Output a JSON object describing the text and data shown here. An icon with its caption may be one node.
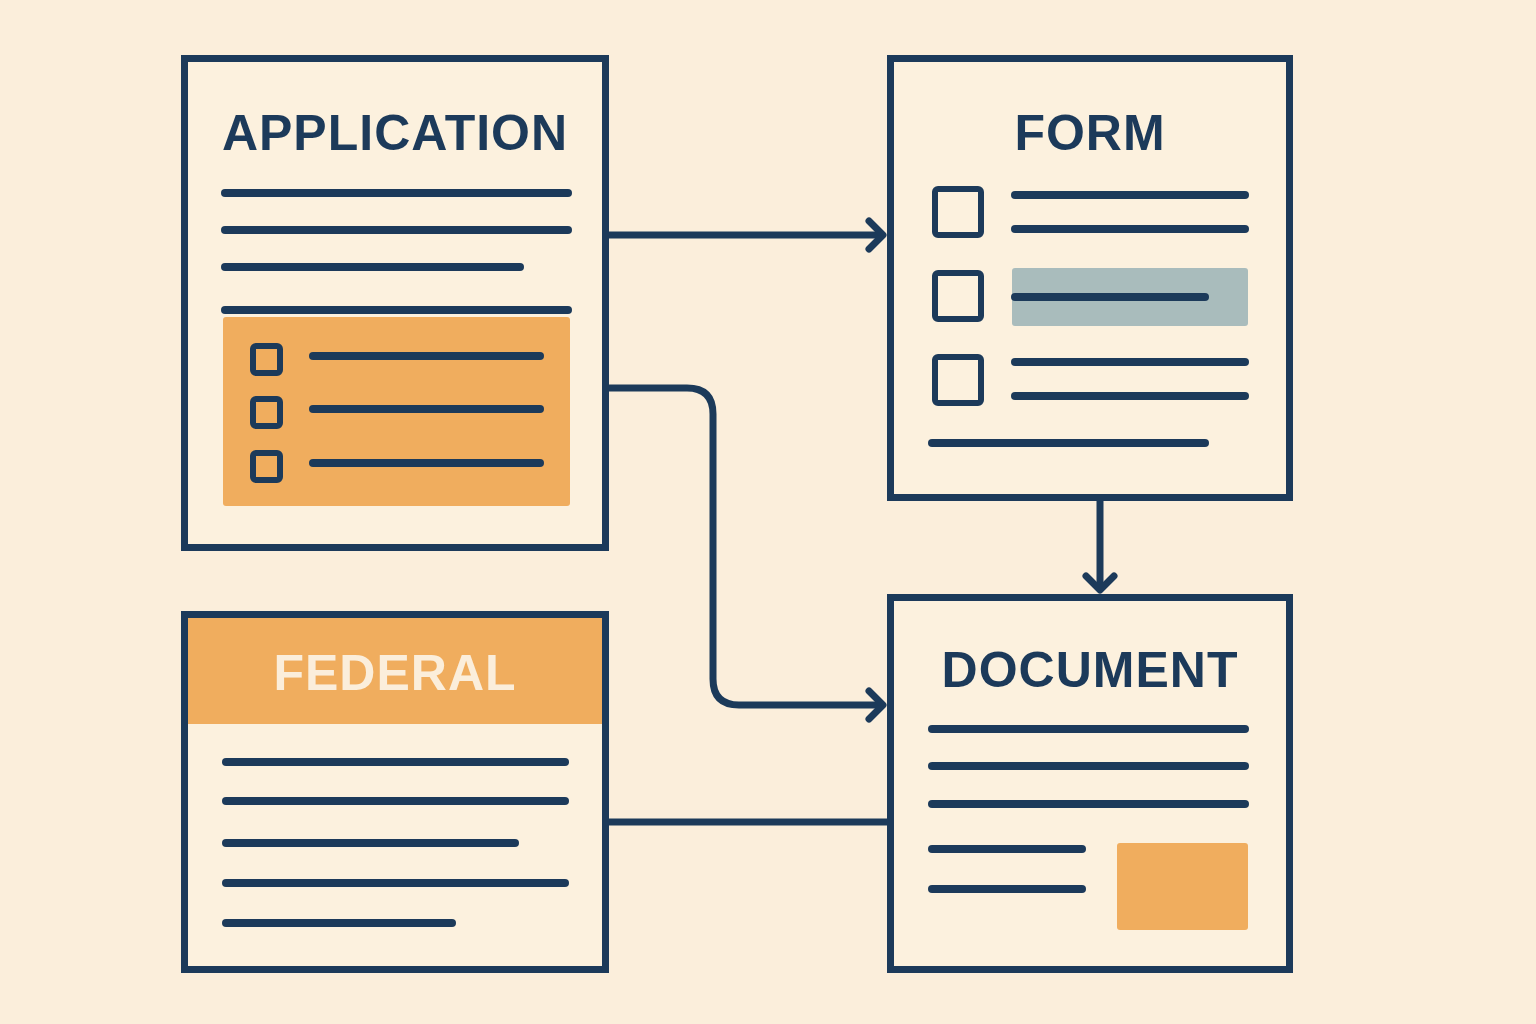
{
  "diagram": {
    "nodes": [
      {
        "text": [
          "APPLICATION"
        ]
      },
      {
        "text": [
          "FORM"
        ]
      },
      {
        "text": [
          "FEDERAL"
        ]
      },
      {
        "text": [
          "DOCUMENT"
        ]
      }
    ],
    "edges": [
      {
        "from": 0,
        "to": 1,
        "arrow": "to"
      },
      {
        "from": 1,
        "to": 3,
        "arrow": "to"
      },
      {
        "from": 0,
        "to": 3,
        "arrow": "to"
      },
      {
        "from": 2,
        "to": 3,
        "arrow": "none"
      }
    ]
  }
}
